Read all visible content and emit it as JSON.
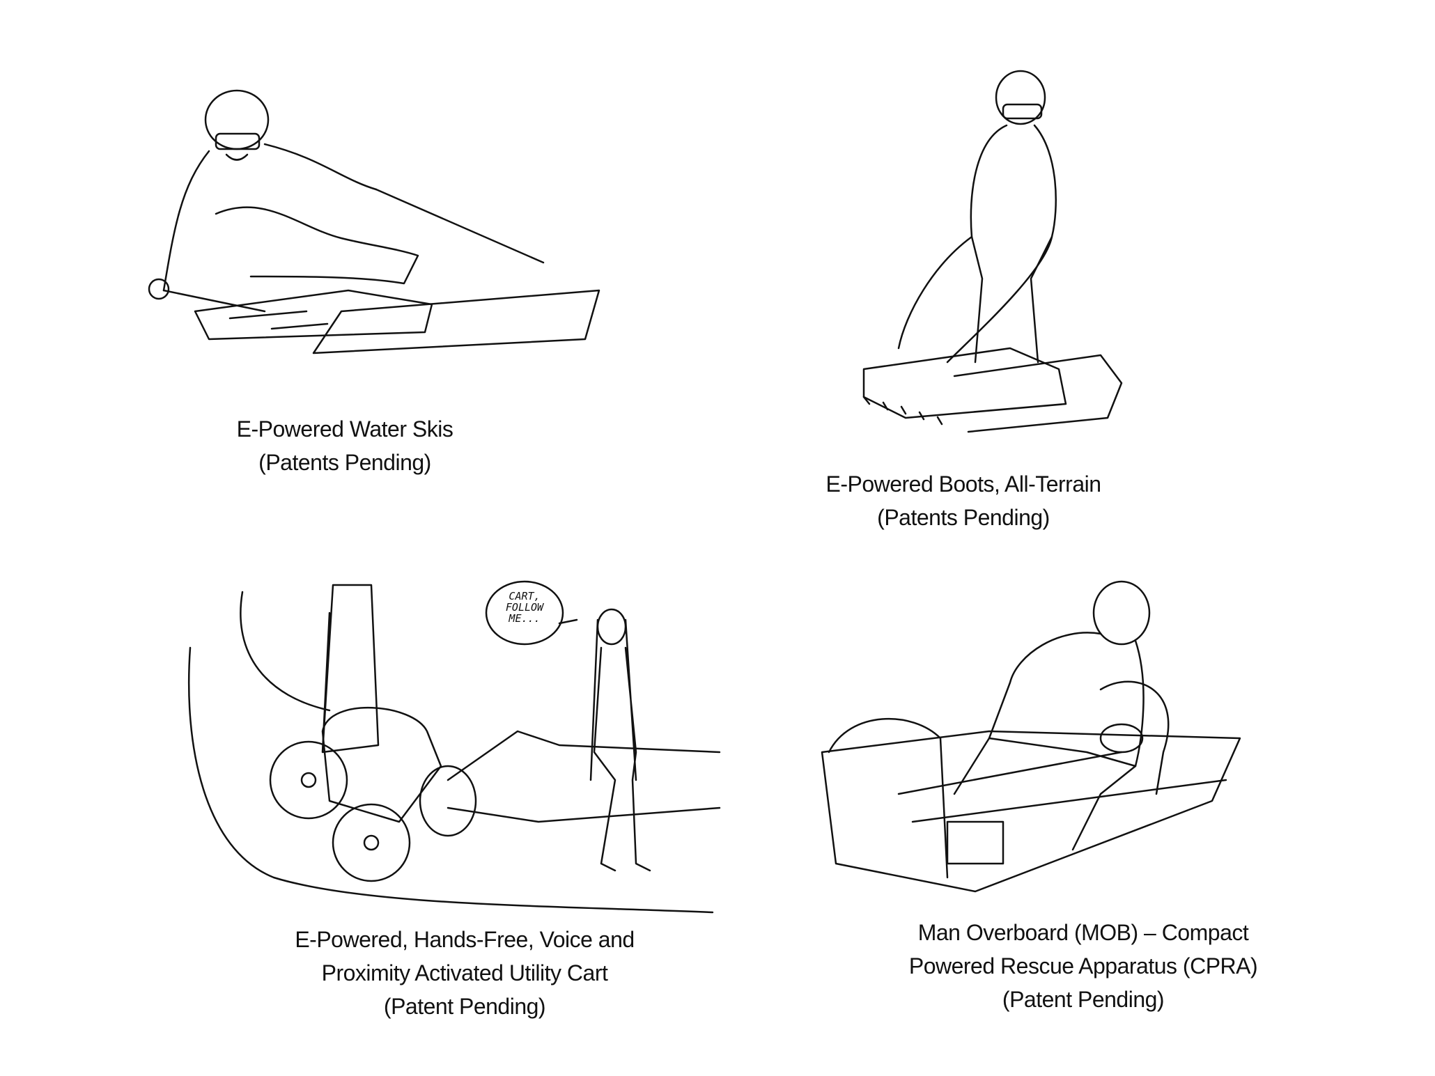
{
  "panels": [
    {
      "caption": [
        "E-Powered Water Skis",
        "(Patents Pending)"
      ]
    },
    {
      "caption": [
        "E-Powered Boots, All-Terrain",
        "(Patents Pending)"
      ]
    },
    {
      "caption": [
        "E-Powered, Hands-Free, Voice and",
        "Proximity Activated Utility Cart",
        "(Patent Pending)"
      ],
      "speech_bubble": [
        "CART,",
        "FOLLOW",
        "ME..."
      ]
    },
    {
      "caption": [
        "Man Overboard (MOB) – Compact",
        "Powered Rescue Apparatus (CPRA)",
        "(Patent Pending)"
      ]
    }
  ]
}
